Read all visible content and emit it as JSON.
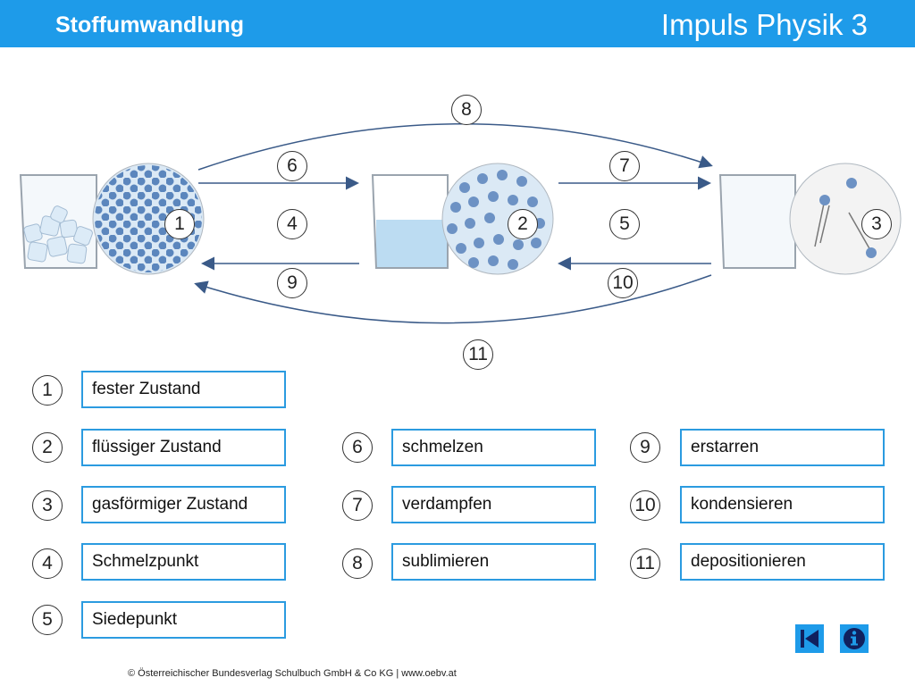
{
  "header": {
    "title": "Stoffumwandlung",
    "brand": "Impuls Physik 3"
  },
  "diagram": {
    "labels": {
      "n1": "1",
      "n2": "2",
      "n3": "3",
      "n4": "4",
      "n5": "5",
      "n6": "6",
      "n7": "7",
      "n8": "8",
      "n9": "9",
      "n10": "10",
      "n11": "11"
    }
  },
  "legend": [
    {
      "num": "1",
      "text": "fester Zustand"
    },
    {
      "num": "2",
      "text": "flüssiger Zustand"
    },
    {
      "num": "3",
      "text": "gasförmiger Zustand"
    },
    {
      "num": "4",
      "text": "Schmelzpunkt"
    },
    {
      "num": "5",
      "text": "Siedepunkt"
    },
    {
      "num": "6",
      "text": "schmelzen"
    },
    {
      "num": "7",
      "text": "verdampfen"
    },
    {
      "num": "8",
      "text": "sublimieren"
    },
    {
      "num": "9",
      "text": "erstarren"
    },
    {
      "num": "10",
      "text": "kondensieren"
    },
    {
      "num": "11",
      "text": "depositionieren"
    }
  ],
  "footer": {
    "text": "© Österreichischer Bundesverlag Schulbuch GmbH & Co KG | www.oebv.at"
  },
  "nav": {
    "back_icon": "skip-back-icon",
    "info_icon": "info-icon"
  },
  "colors": {
    "header": "#1e9be9",
    "box_border": "#2b9be0",
    "arrow": "#3a5a88"
  }
}
